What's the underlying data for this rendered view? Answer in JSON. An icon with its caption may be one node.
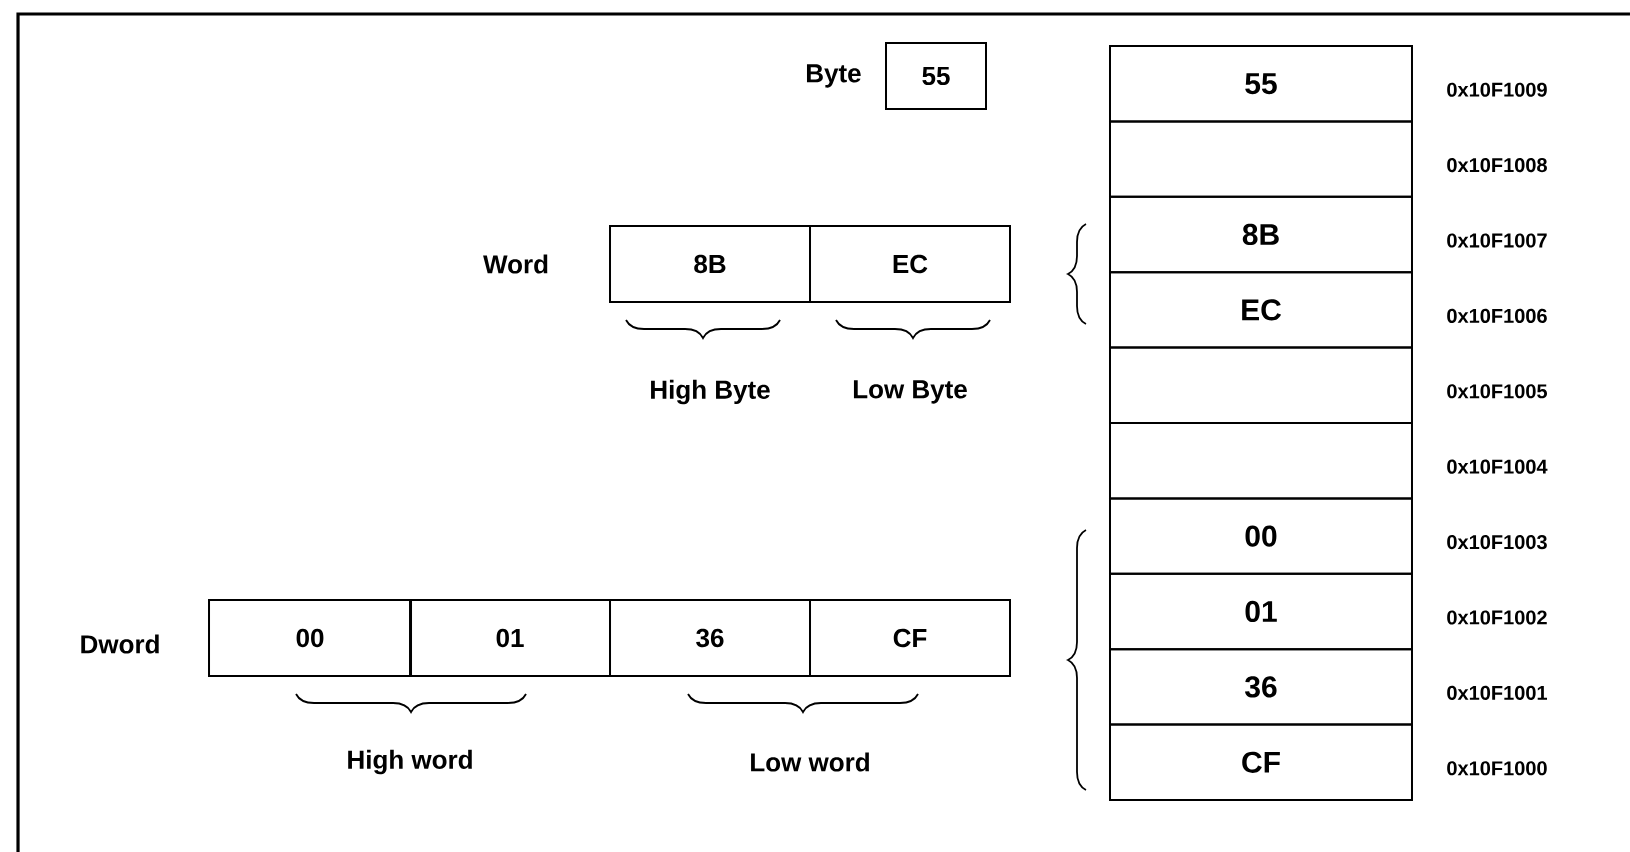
{
  "diagram": {
    "nodes": [
      {
        "text": [
          "55"
        ],
        "beside": [
          "Byte"
        ]
      },
      {
        "text": [
          "8B"
        ]
      },
      {
        "text": [
          "EC"
        ]
      },
      {
        "text": [
          "00"
        ]
      },
      {
        "text": [
          "01"
        ]
      },
      {
        "text": [
          "36"
        ]
      },
      {
        "text": [
          "CF"
        ]
      },
      {
        "text": [
          "55"
        ],
        "beside": [
          "0x10F1009"
        ]
      },
      {
        "text": [],
        "shape": "box",
        "beside": [
          "0x10F1008"
        ]
      },
      {
        "text": [
          "8B"
        ],
        "beside": [
          "0x10F1007"
        ]
      },
      {
        "text": [
          "EC"
        ],
        "beside": [
          "0x10F1006"
        ]
      },
      {
        "text": [],
        "shape": "box",
        "beside": [
          "0x10F1005"
        ]
      },
      {
        "text": [],
        "shape": "box",
        "beside": [
          "0x10F1004"
        ]
      },
      {
        "text": [
          "00"
        ],
        "beside": [
          "0x10F1003"
        ]
      },
      {
        "text": [
          "01"
        ],
        "beside": [
          "0x10F1002"
        ]
      },
      {
        "text": [
          "36"
        ],
        "beside": [
          "0x10F1001"
        ]
      },
      {
        "text": [
          "CF"
        ],
        "beside": [
          "0x10F1000"
        ]
      }
    ],
    "labels": [
      "Word",
      "High Byte",
      "Low Byte",
      "Dword",
      "High word",
      "Low word"
    ]
  }
}
